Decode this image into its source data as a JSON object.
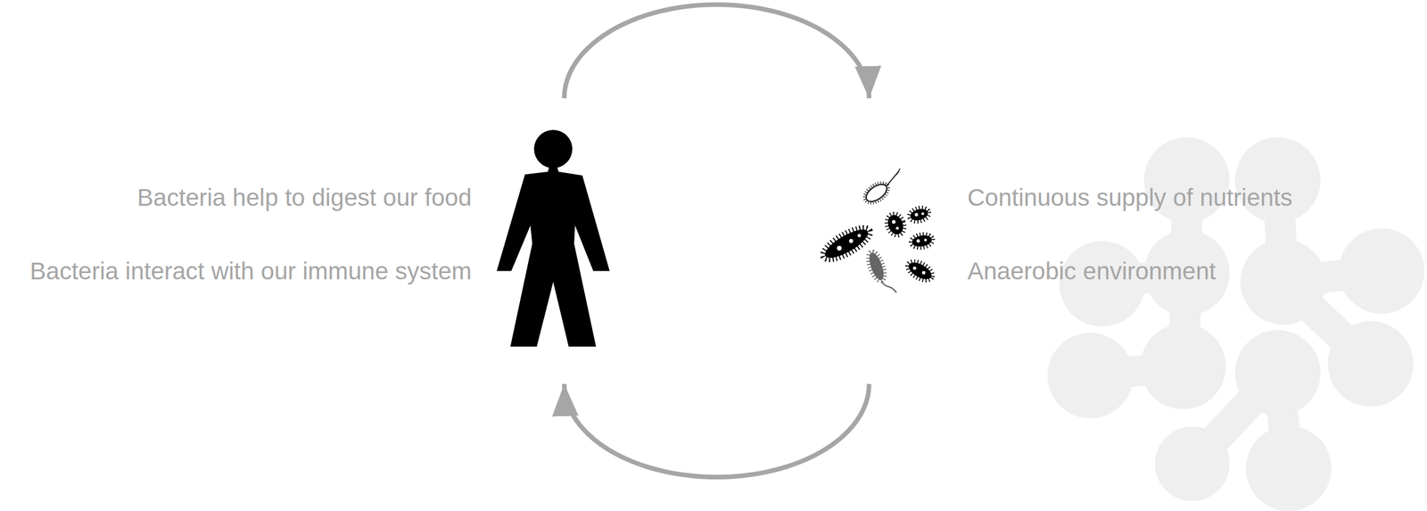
{
  "diagram": {
    "nodes": [
      {
        "text": [
          "Bacteria help to digest our food",
          "Bacteria interact with our immune system"
        ]
      },
      {
        "text": [
          "Continuous supply of nutrients",
          "Anaerobic environment"
        ]
      }
    ],
    "edges": [
      {
        "from": 0,
        "to": 1,
        "arrow": "to"
      },
      {
        "from": 1,
        "to": 0,
        "arrow": "to"
      }
    ]
  }
}
